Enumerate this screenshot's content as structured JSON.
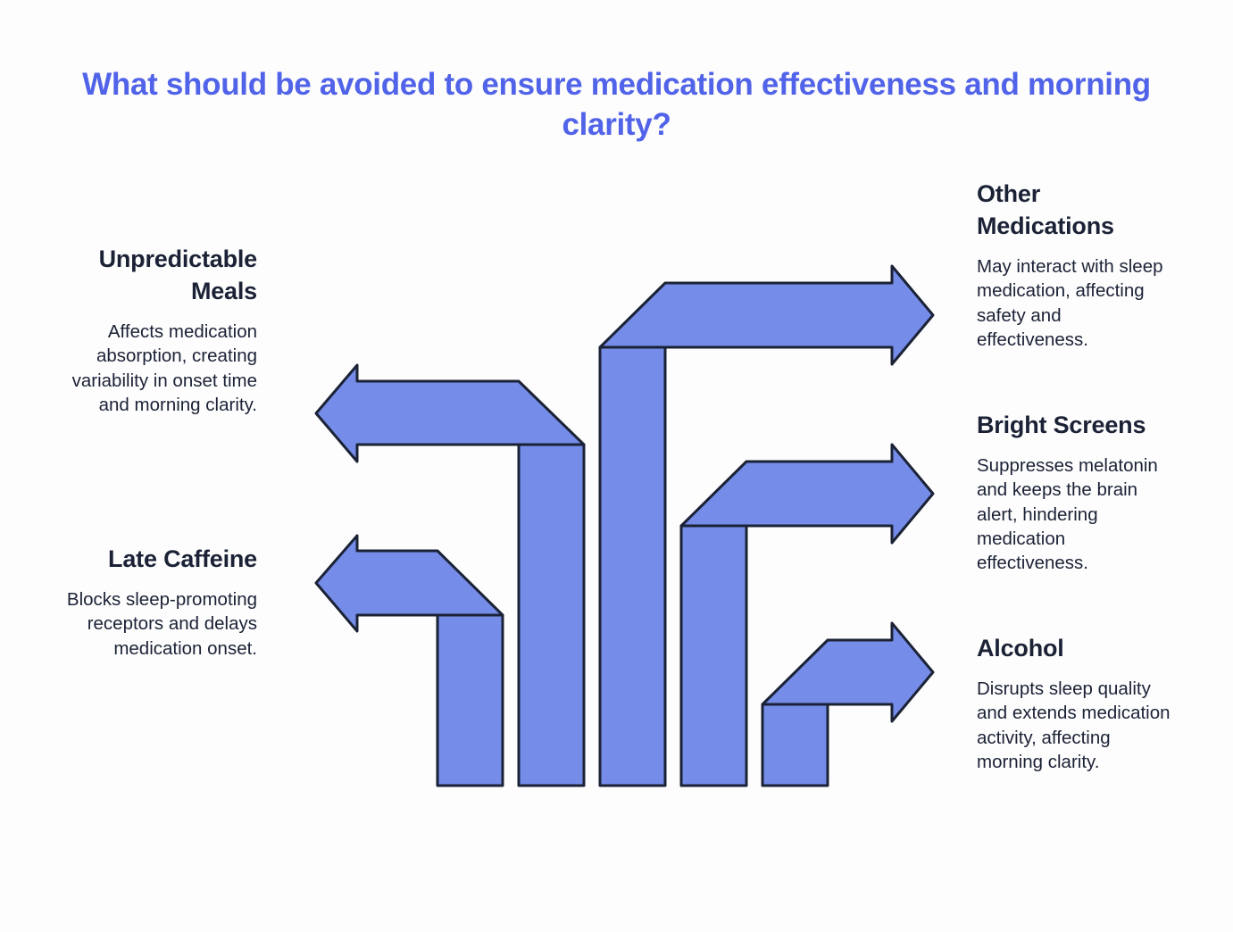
{
  "title": "What should be avoided to ensure medication effectiveness and morning clarity?",
  "colors": {
    "title": "#5163e8",
    "arrow_fill": "#758de9",
    "arrow_stroke": "#1b2236",
    "text": "#1b2236",
    "background": "#fdfdfd"
  },
  "items": [
    {
      "heading": "Unpredictable Meals",
      "heading_lines": [
        "Unpredictable",
        "Meals"
      ],
      "description": "Affects medication absorption, creating variability in onset time and morning clarity.",
      "side": "left",
      "arrow_direction": "left"
    },
    {
      "heading": "Late Caffeine",
      "heading_lines": [
        "Late Caffeine"
      ],
      "description": "Blocks sleep-promoting receptors and delays medication onset.",
      "side": "left",
      "arrow_direction": "left"
    },
    {
      "heading": "Other Medications",
      "heading_lines": [
        "Other",
        "Medications"
      ],
      "description": "May interact with sleep medication, affecting safety and effectiveness.",
      "side": "right",
      "arrow_direction": "right"
    },
    {
      "heading": "Bright Screens",
      "heading_lines": [
        "Bright Screens"
      ],
      "description": "Suppresses melatonin and keeps the brain alert, hindering medication effectiveness.",
      "side": "right",
      "arrow_direction": "right"
    },
    {
      "heading": "Alcohol",
      "heading_lines": [
        "Alcohol"
      ],
      "description": "Disrupts sleep quality and extends medication activity, affecting morning clarity.",
      "side": "right",
      "arrow_direction": "right"
    }
  ]
}
